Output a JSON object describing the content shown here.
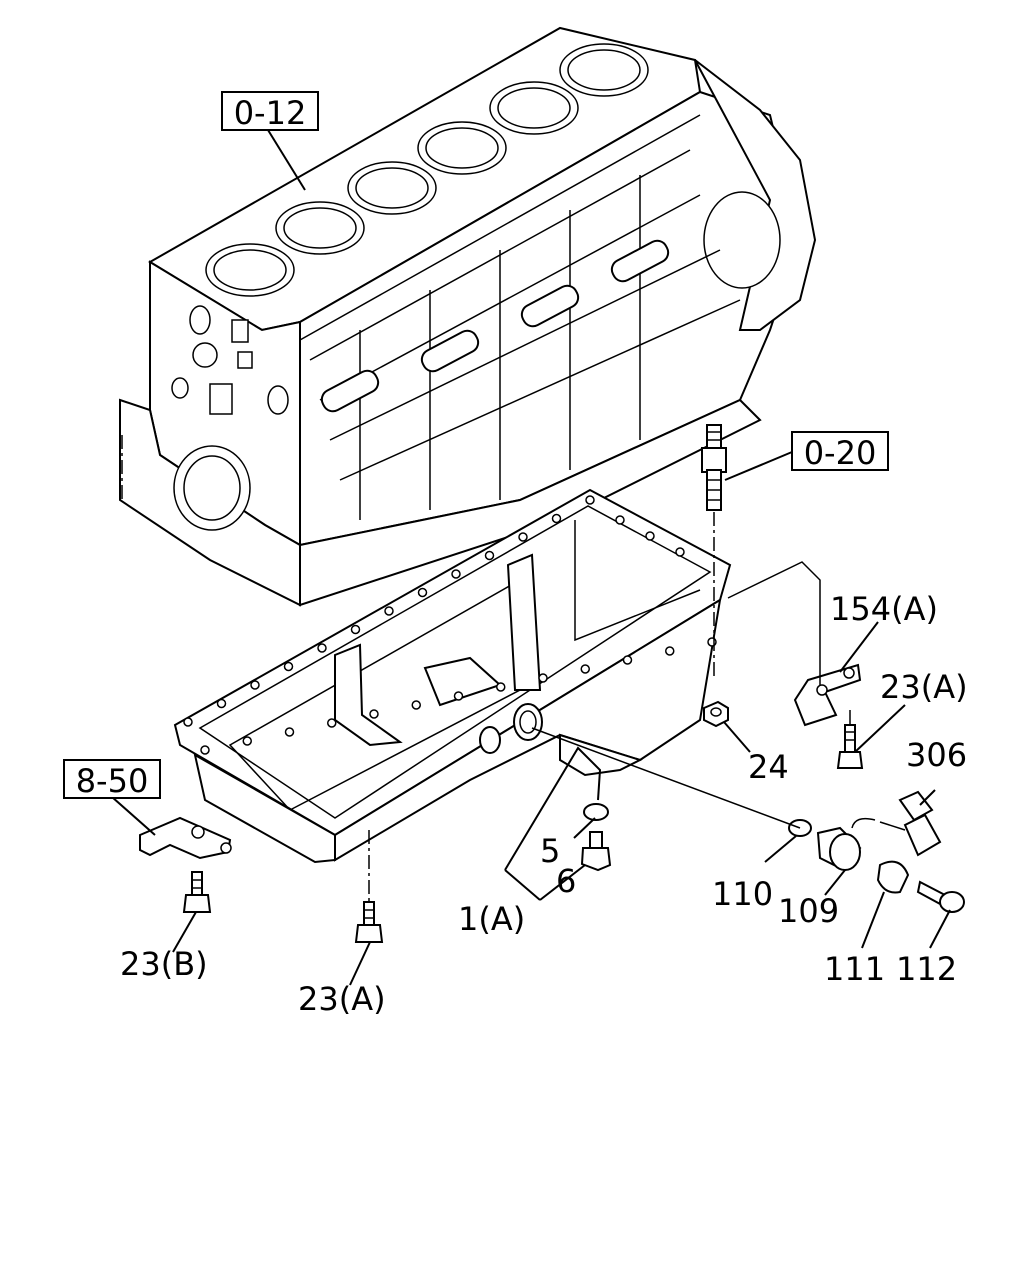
{
  "diagram": {
    "refs": [
      "0-12",
      "0-20",
      "8-50"
    ],
    "labels": {
      "l154": "154(A)",
      "l23a_top": "23(A)",
      "l306": "306",
      "l24": "24",
      "l5": "5",
      "l6": "6",
      "l1a": "1(A)",
      "l110": "110",
      "l109": "109",
      "l111": "111",
      "l112": "112",
      "l23b": "23(B)",
      "l23a_bottom": "23(A)"
    }
  }
}
